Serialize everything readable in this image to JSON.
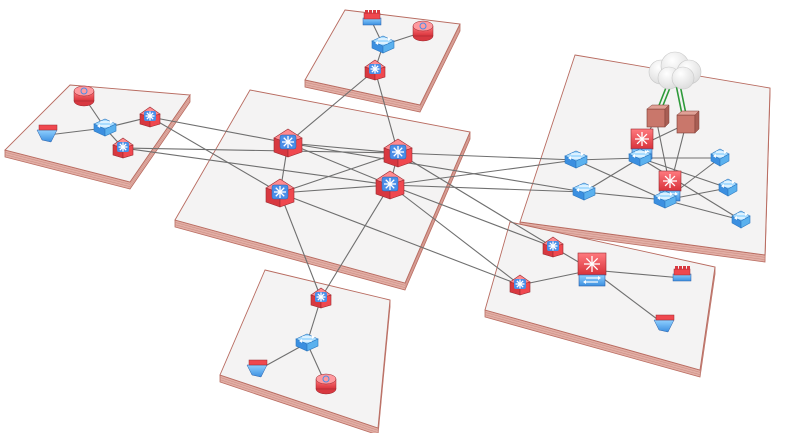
{
  "colors": {
    "platform_top": "#f4f3f3",
    "platform_edge": "#e2aea5",
    "platform_stroke": "#b86b60",
    "core_red": "#f0484f",
    "core_blue": "#4a8ee8",
    "switch_blue": "#5bb1ee",
    "link_gray": "#6f6f6f",
    "uplink_green": "#2e9a3a",
    "cloud_white": "#fafafa",
    "firewall_brick": "#c9776b"
  },
  "platforms": [
    {
      "id": "top",
      "label": "top-site-platform"
    },
    {
      "id": "left",
      "label": "left-site-platform"
    },
    {
      "id": "center",
      "label": "core-platform"
    },
    {
      "id": "right",
      "label": "datacenter-platform"
    },
    {
      "id": "bottom",
      "label": "bottom-site-platform"
    },
    {
      "id": "lower-right",
      "label": "lower-right-site-platform"
    }
  ],
  "devices": [
    {
      "id": "top-printer",
      "kind": "printer",
      "icon": "printer-icon"
    },
    {
      "id": "top-phone",
      "kind": "ip-phone",
      "icon": "ip-phone-icon"
    },
    {
      "id": "top-switch",
      "kind": "access-switch",
      "icon": "switch-icon"
    },
    {
      "id": "top-router",
      "kind": "router",
      "icon": "router-icon"
    },
    {
      "id": "left-phone",
      "kind": "ip-phone",
      "icon": "ip-phone-icon"
    },
    {
      "id": "left-ap",
      "kind": "wireless-ap",
      "icon": "access-point-icon"
    },
    {
      "id": "left-switch",
      "kind": "access-switch",
      "icon": "switch-icon"
    },
    {
      "id": "left-router-a",
      "kind": "router",
      "icon": "router-icon"
    },
    {
      "id": "left-router-b",
      "kind": "router",
      "icon": "router-icon"
    },
    {
      "id": "core-1",
      "kind": "core-router",
      "icon": "core-router-icon"
    },
    {
      "id": "core-2",
      "kind": "core-router",
      "icon": "core-router-icon"
    },
    {
      "id": "core-3",
      "kind": "core-router",
      "icon": "core-router-icon"
    },
    {
      "id": "core-4",
      "kind": "core-router",
      "icon": "core-router-icon"
    },
    {
      "id": "dc-cloud",
      "kind": "internet-cloud",
      "icon": "cloud-icon"
    },
    {
      "id": "dc-fw-1",
      "kind": "firewall",
      "icon": "firewall-icon"
    },
    {
      "id": "dc-fw-2",
      "kind": "firewall",
      "icon": "firewall-icon"
    },
    {
      "id": "dc-edge-1",
      "kind": "edge-router",
      "icon": "edge-router-icon"
    },
    {
      "id": "dc-edge-2",
      "kind": "edge-router",
      "icon": "edge-router-icon"
    },
    {
      "id": "dc-agg-1",
      "kind": "aggregation-switch",
      "icon": "switch-icon"
    },
    {
      "id": "dc-agg-2",
      "kind": "aggregation-switch",
      "icon": "switch-icon"
    },
    {
      "id": "dc-dist-1",
      "kind": "distribution-switch",
      "icon": "switch-icon"
    },
    {
      "id": "dc-dist-2",
      "kind": "distribution-switch",
      "icon": "switch-icon"
    },
    {
      "id": "dc-tor-1",
      "kind": "tor-switch",
      "icon": "switch-icon"
    },
    {
      "id": "dc-tor-2",
      "kind": "tor-switch",
      "icon": "switch-icon"
    },
    {
      "id": "dc-tor-3",
      "kind": "tor-switch",
      "icon": "switch-icon"
    },
    {
      "id": "bottom-router",
      "kind": "router",
      "icon": "router-icon"
    },
    {
      "id": "bottom-switch",
      "kind": "access-switch",
      "icon": "switch-icon"
    },
    {
      "id": "bottom-ap",
      "kind": "wireless-ap",
      "icon": "access-point-icon"
    },
    {
      "id": "bottom-phone",
      "kind": "ip-phone",
      "icon": "ip-phone-icon"
    },
    {
      "id": "lr-router-a",
      "kind": "router",
      "icon": "router-icon"
    },
    {
      "id": "lr-router-b",
      "kind": "router",
      "icon": "router-icon"
    },
    {
      "id": "lr-l3switch",
      "kind": "layer3-switch",
      "icon": "layer3-switch-icon"
    },
    {
      "id": "lr-printer",
      "kind": "printer",
      "icon": "printer-icon"
    },
    {
      "id": "lr-ap",
      "kind": "wireless-ap",
      "icon": "access-point-icon"
    }
  ],
  "links": [
    [
      "top-switch",
      "top-printer"
    ],
    [
      "top-switch",
      "top-phone"
    ],
    [
      "top-switch",
      "top-router"
    ],
    [
      "top-router",
      "core-1"
    ],
    [
      "top-router",
      "core-2"
    ],
    [
      "left-switch",
      "left-phone"
    ],
    [
      "left-switch",
      "left-ap"
    ],
    [
      "left-switch",
      "left-router-a"
    ],
    [
      "left-switch",
      "left-router-b"
    ],
    [
      "left-router-a",
      "core-1"
    ],
    [
      "left-router-a",
      "core-3"
    ],
    [
      "left-router-b",
      "core-2"
    ],
    [
      "left-router-b",
      "core-4"
    ],
    [
      "core-1",
      "core-2"
    ],
    [
      "core-1",
      "core-3"
    ],
    [
      "core-1",
      "core-4"
    ],
    [
      "core-2",
      "core-3"
    ],
    [
      "core-2",
      "core-4"
    ],
    [
      "core-3",
      "core-4"
    ],
    [
      "core-2",
      "dc-agg-1"
    ],
    [
      "core-4",
      "dc-agg-1"
    ],
    [
      "core-1",
      "dc-agg-2"
    ],
    [
      "core-4",
      "dc-agg-2"
    ],
    [
      "core-2",
      "lr-router-a"
    ],
    [
      "core-4",
      "lr-router-a"
    ],
    [
      "core-3",
      "lr-router-b"
    ],
    [
      "core-4",
      "lr-router-b"
    ],
    [
      "core-3",
      "bottom-router"
    ],
    [
      "core-4",
      "bottom-router"
    ],
    [
      "dc-cloud",
      "dc-fw-1"
    ],
    [
      "dc-cloud",
      "dc-fw-2"
    ],
    [
      "dc-fw-1",
      "dc-edge-1"
    ],
    [
      "dc-fw-2",
      "dc-edge-1"
    ],
    [
      "dc-fw-1",
      "dc-edge-2"
    ],
    [
      "dc-fw-2",
      "dc-edge-2"
    ],
    [
      "dc-edge-1",
      "dc-dist-1"
    ],
    [
      "dc-edge-2",
      "dc-dist-2"
    ],
    [
      "dc-agg-1",
      "dc-dist-1"
    ],
    [
      "dc-agg-2",
      "dc-dist-1"
    ],
    [
      "dc-agg-1",
      "dc-dist-2"
    ],
    [
      "dc-agg-2",
      "dc-dist-2"
    ],
    [
      "dc-dist-1",
      "dc-tor-1"
    ],
    [
      "dc-dist-1",
      "dc-tor-2"
    ],
    [
      "dc-dist-1",
      "dc-tor-3"
    ],
    [
      "dc-dist-2",
      "dc-tor-1"
    ],
    [
      "dc-dist-2",
      "dc-tor-2"
    ],
    [
      "dc-dist-2",
      "dc-tor-3"
    ],
    [
      "bottom-router",
      "bottom-switch"
    ],
    [
      "bottom-switch",
      "bottom-ap"
    ],
    [
      "bottom-switch",
      "bottom-phone"
    ],
    [
      "lr-router-a",
      "lr-l3switch"
    ],
    [
      "lr-router-b",
      "lr-l3switch"
    ],
    [
      "lr-l3switch",
      "lr-printer"
    ],
    [
      "lr-l3switch",
      "lr-ap"
    ]
  ],
  "green_links": [
    [
      "dc-cloud",
      "dc-fw-1"
    ],
    [
      "dc-cloud",
      "dc-fw-2"
    ]
  ]
}
